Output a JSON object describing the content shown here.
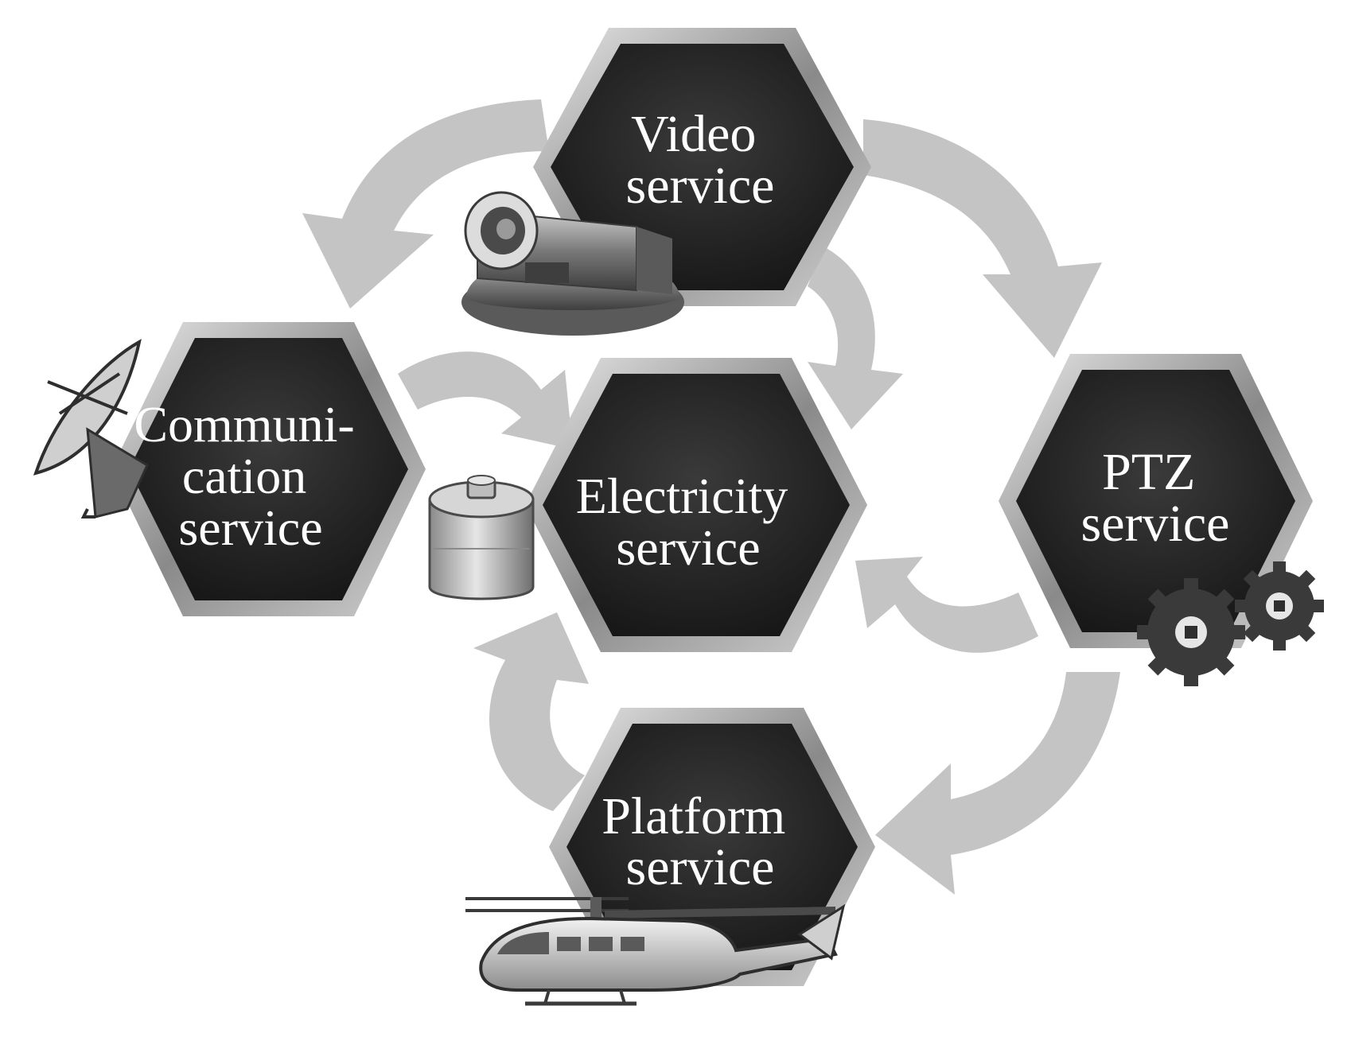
{
  "nodes": {
    "video": {
      "lines": [
        "Video",
        "service"
      ],
      "icon": "video-camera-icon"
    },
    "communication": {
      "lines": [
        "Communi-",
        "cation",
        "service"
      ],
      "icon": "satellite-dish-icon"
    },
    "electricity": {
      "lines": [
        "Electricity",
        "service"
      ],
      "icon": "battery-icon"
    },
    "ptz": {
      "lines": [
        "PTZ",
        "service"
      ],
      "icon": "gears-icon"
    },
    "platform": {
      "lines": [
        "Platform",
        "service"
      ],
      "icon": "helicopter-icon"
    }
  },
  "colors": {
    "hex_fill": "#262626",
    "hex_frame": "#9a9a9a",
    "arrow": "#c4c4c4",
    "label": "#ffffff"
  }
}
